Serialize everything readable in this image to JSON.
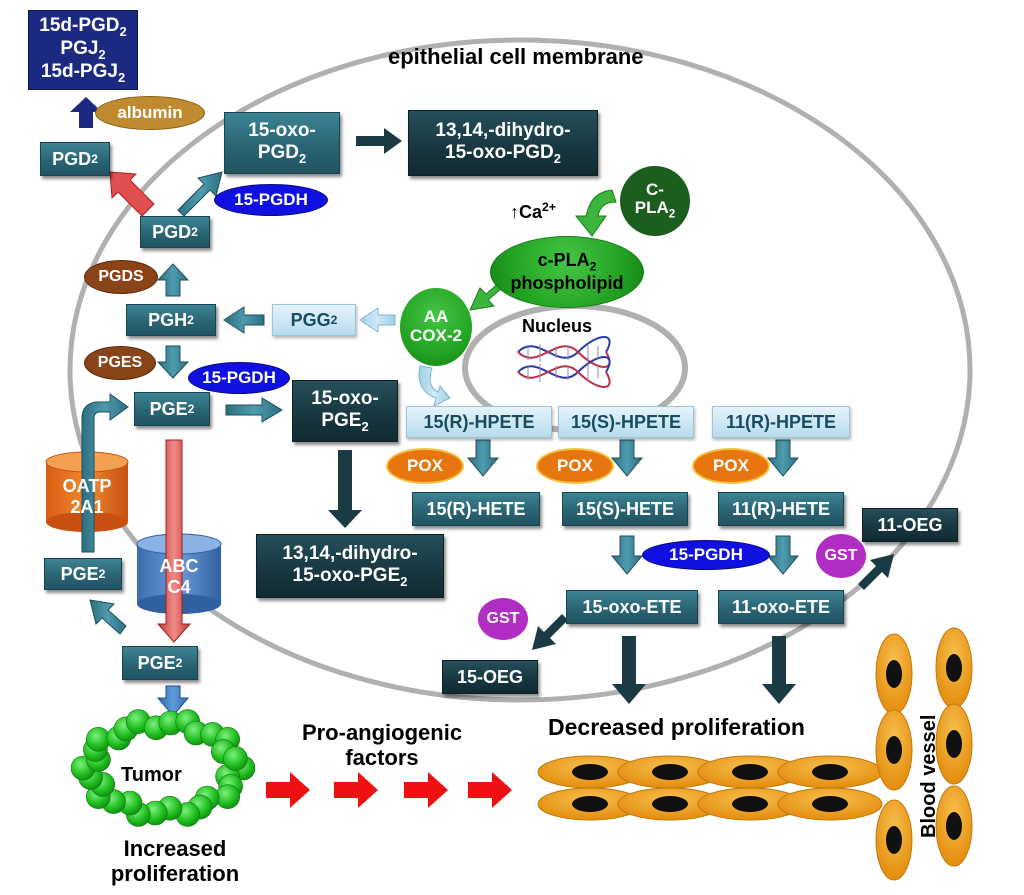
{
  "membrane_label": "epithelial cell membrane",
  "nucleus_label": "Nucleus",
  "top_box": [
    "15d-PGD",
    "PGJ",
    "15d-PGJ"
  ],
  "albumin": "albumin",
  "pgd2_out": "PGD",
  "oxo_pgd2": [
    "15-oxo-",
    "PGD"
  ],
  "dihydro_pgd2": [
    "13,14,-dihydro-",
    "15-oxo-PGD"
  ],
  "pgdh": "15-PGDH",
  "pgd2_in": "PGD",
  "ca": "↑Ca",
  "cpla2_small": [
    "C-",
    "PLA"
  ],
  "cpla2_big": [
    "c-PLA",
    "phospholipid"
  ],
  "pgds": "PGDS",
  "pgh2": "PGH",
  "pgg2": "PGG",
  "aa_cox": [
    "AA",
    "COX-2"
  ],
  "pges": "PGES",
  "pge2_in": "PGE",
  "oxo_pge2": [
    "15-oxo-",
    "PGE"
  ],
  "hpete": [
    "15(R)-HPETE",
    "15(S)-HPETE",
    "11(R)-HPETE"
  ],
  "pox": "POX",
  "hete": [
    "15(R)-HETE",
    "15(S)-HETE",
    "11(R)-HETE"
  ],
  "oatp": [
    "OATP",
    "2A1"
  ],
  "abc": [
    "ABC",
    "C4"
  ],
  "pge2_mid": "PGE",
  "dihydro_pge2": [
    "13,14,-dihydro-",
    "15-oxo-PGE"
  ],
  "gst": "GST",
  "oeg11": "11-OEG",
  "oxo_ete": [
    "15-oxo-ETE",
    "11-oxo-ETE"
  ],
  "pge2_bottom": "PGE",
  "oeg15": "15-OEG",
  "tumor": "Tumor",
  "increased": [
    "Increased",
    "proliferation"
  ],
  "pro_angio": [
    "Pro-angiogenic",
    "factors"
  ],
  "decreased": "Decreased proliferation",
  "blood_vessel": "Blood vessel",
  "sub2": "2",
  "sup2plus": "2+",
  "colors": {
    "teal": "#2a6474",
    "dark_teal": "#17363f",
    "navy": "#1b2a80",
    "brown": "#8a4418",
    "gold": "#c08a30",
    "blue": "#1010e0",
    "orange": "#e8760e",
    "purple": "#b22dc4",
    "green": "#23a523",
    "red_arrow": "#ee1111",
    "cell_orange": "#f0a020",
    "membrane": "#b0b0b0"
  }
}
